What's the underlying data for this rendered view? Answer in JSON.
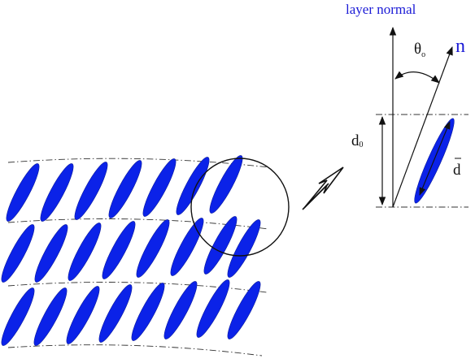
{
  "labels": {
    "layer_normal": "layer normal",
    "director": "n",
    "tilt_angle_symbol": "θ",
    "tilt_angle_subscript": "o",
    "layer_spacing_symbol": "d",
    "layer_spacing_subscript": "0",
    "reduced_spacing_symbol": "d"
  },
  "colors": {
    "molecule_fill": "#0b22e8",
    "label_blue": "#1a1ad6",
    "line": "#111111"
  },
  "icons": {
    "zoom_arrow": "hollow-arrow-icon",
    "magnifier": "magnifier-circle-icon"
  }
}
